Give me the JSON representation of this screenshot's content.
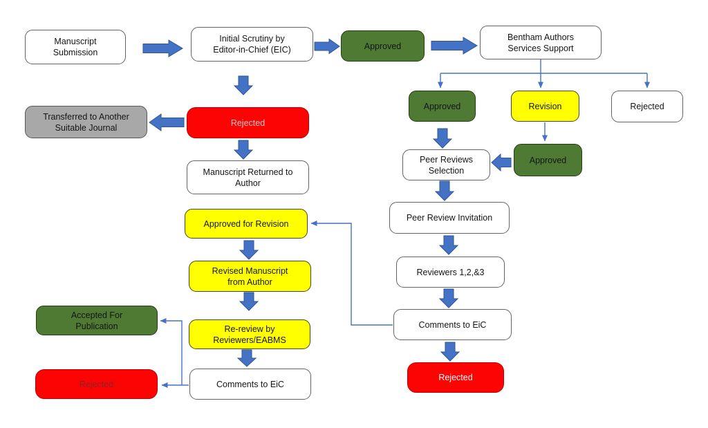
{
  "diagram": {
    "type": "flowchart",
    "subject": "Manuscript submission and peer review workflow",
    "colors": {
      "approved_green": "#4e7a33",
      "revision_yellow": "#ffff00",
      "rejected_red": "#fd0404",
      "transfer_gray": "#a8a8a8",
      "plain_box_white": "#ffffff",
      "arrow_blue": "#4472c4",
      "arrow_blue_border": "#2f5597"
    },
    "nodes": {
      "manuscript_submission": {
        "label": "Manuscript Submission",
        "fill": "white"
      },
      "initial_scrutiny": {
        "label": "Initial Scrutiny by Editor-in-Chief (EIC)",
        "fill": "white"
      },
      "approved_eic": {
        "label": "Approved",
        "fill": "green"
      },
      "bentham_support": {
        "label": "Bentham Authors Services Support",
        "fill": "white"
      },
      "approved_bas": {
        "label": "Approved",
        "fill": "green"
      },
      "revision": {
        "label": "Revision",
        "fill": "yellow"
      },
      "rejected_bas": {
        "label": "Rejected",
        "fill": "white"
      },
      "transferred_journal": {
        "label": "Transferred to Another Suitable Journal",
        "fill": "gray"
      },
      "rejected_eic": {
        "label": "Rejected",
        "fill": "red"
      },
      "manuscript_returned": {
        "label": "Manuscript Returned to Author",
        "fill": "white"
      },
      "peer_reviews_selection": {
        "label": "Peer Reviews Selection",
        "fill": "white"
      },
      "approved_after_revision": {
        "label": "Approved",
        "fill": "green"
      },
      "peer_review_invitation": {
        "label": "Peer Review Invitation",
        "fill": "white"
      },
      "reviewers": {
        "label": "Reviewers 1,2,&3",
        "fill": "white"
      },
      "comments_to_eic_right": {
        "label": "Comments to EiC",
        "fill": "white"
      },
      "rejected_final_right": {
        "label": "Rejected",
        "fill": "red"
      },
      "approved_for_revision": {
        "label": "Approved for Revision",
        "fill": "yellow"
      },
      "revised_manuscript": {
        "label": "Revised Manuscript from Author",
        "fill": "yellow"
      },
      "re_review": {
        "label": "Re-review by Reviewers/EABMS",
        "fill": "yellow"
      },
      "comments_to_eic_left": {
        "label": "Comments to EiC",
        "fill": "white"
      },
      "accepted_publication": {
        "label": "Accepted For Publication",
        "fill": "green"
      },
      "rejected_final_left": {
        "label": "Rejected",
        "fill": "red"
      }
    },
    "edges": [
      {
        "from": "manuscript_submission",
        "to": "initial_scrutiny",
        "style": "block-arrow"
      },
      {
        "from": "initial_scrutiny",
        "to": "approved_eic",
        "style": "block-arrow"
      },
      {
        "from": "approved_eic",
        "to": "bentham_support",
        "style": "block-arrow"
      },
      {
        "from": "initial_scrutiny",
        "to": "rejected_eic",
        "style": "block-arrow"
      },
      {
        "from": "rejected_eic",
        "to": "transferred_journal",
        "style": "block-arrow"
      },
      {
        "from": "rejected_eic",
        "to": "manuscript_returned",
        "style": "block-arrow"
      },
      {
        "from": "bentham_support",
        "to": "approved_bas",
        "style": "line-arrow"
      },
      {
        "from": "bentham_support",
        "to": "revision",
        "style": "line-arrow"
      },
      {
        "from": "bentham_support",
        "to": "rejected_bas",
        "style": "line-arrow"
      },
      {
        "from": "approved_bas",
        "to": "peer_reviews_selection",
        "style": "block-arrow"
      },
      {
        "from": "revision",
        "to": "approved_after_revision",
        "style": "line-arrow"
      },
      {
        "from": "approved_after_revision",
        "to": "peer_reviews_selection",
        "style": "block-arrow"
      },
      {
        "from": "peer_reviews_selection",
        "to": "peer_review_invitation",
        "style": "block-arrow"
      },
      {
        "from": "peer_review_invitation",
        "to": "reviewers",
        "style": "block-arrow"
      },
      {
        "from": "reviewers",
        "to": "comments_to_eic_right",
        "style": "block-arrow"
      },
      {
        "from": "comments_to_eic_right",
        "to": "rejected_final_right",
        "style": "block-arrow"
      },
      {
        "from": "comments_to_eic_right",
        "to": "approved_for_revision",
        "style": "line-arrow"
      },
      {
        "from": "approved_for_revision",
        "to": "revised_manuscript",
        "style": "block-arrow"
      },
      {
        "from": "revised_manuscript",
        "to": "re_review",
        "style": "block-arrow"
      },
      {
        "from": "re_review",
        "to": "comments_to_eic_left",
        "style": "block-arrow"
      },
      {
        "from": "comments_to_eic_left",
        "to": "accepted_publication",
        "style": "line-arrow"
      },
      {
        "from": "comments_to_eic_left",
        "to": "rejected_final_left",
        "style": "line-arrow"
      }
    ]
  }
}
